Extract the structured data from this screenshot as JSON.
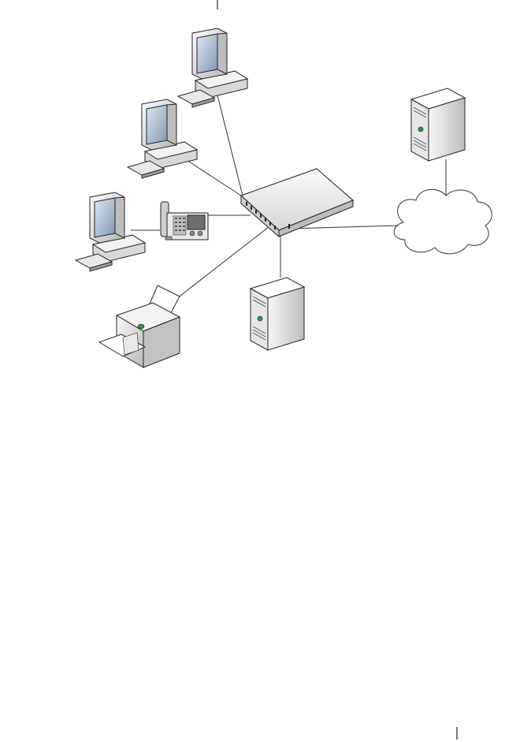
{
  "page": {
    "background": "#ffffff",
    "type": "network topology diagram"
  },
  "diagram": {
    "nodes": [
      {
        "id": "pc-top",
        "kind": "desktop-computer"
      },
      {
        "id": "pc-middle",
        "kind": "desktop-computer"
      },
      {
        "id": "pc-with-phone",
        "kind": "desktop-computer"
      },
      {
        "id": "ip-phone",
        "kind": "ip-phone"
      },
      {
        "id": "printer",
        "kind": "printer"
      },
      {
        "id": "server-bottom",
        "kind": "server"
      },
      {
        "id": "switch",
        "kind": "network-switch"
      },
      {
        "id": "cloud",
        "kind": "network-cloud"
      },
      {
        "id": "server-remote",
        "kind": "server"
      }
    ],
    "links": [
      {
        "from": "pc-top",
        "to": "switch"
      },
      {
        "from": "pc-middle",
        "to": "switch"
      },
      {
        "from": "ip-phone",
        "to": "switch"
      },
      {
        "from": "pc-with-phone",
        "to": "ip-phone"
      },
      {
        "from": "printer",
        "to": "switch"
      },
      {
        "from": "server-bottom",
        "to": "switch"
      },
      {
        "from": "switch",
        "to": "cloud"
      },
      {
        "from": "cloud",
        "to": "server-remote"
      }
    ]
  },
  "colors": {
    "line": "#333333",
    "device_light": "#f0f0f0",
    "device_mid": "#cfcfcf",
    "device_dark": "#9a9a9a",
    "screen": "#8aa7c4",
    "led_green": "#2e9a4a",
    "outline": "#222222"
  }
}
